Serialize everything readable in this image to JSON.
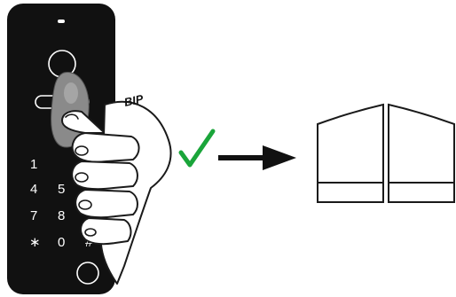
{
  "keypad": {
    "keys": {
      "row1": [
        "1"
      ],
      "row2": [
        "4",
        "5"
      ],
      "row3": [
        "7",
        "8"
      ],
      "row4": [
        "∗",
        "0",
        "#"
      ]
    }
  },
  "sound_label": "BIP",
  "colors": {
    "keypad_body": "#111111",
    "check_mark": "#1aa53a",
    "fob": "#8a8a8a",
    "line": "#1a1a1a"
  },
  "icons": {
    "check": "check-mark-icon",
    "arrow": "arrow-right-icon",
    "gate": "double-gate-icon",
    "hand": "hand-holding-fob-icon"
  }
}
